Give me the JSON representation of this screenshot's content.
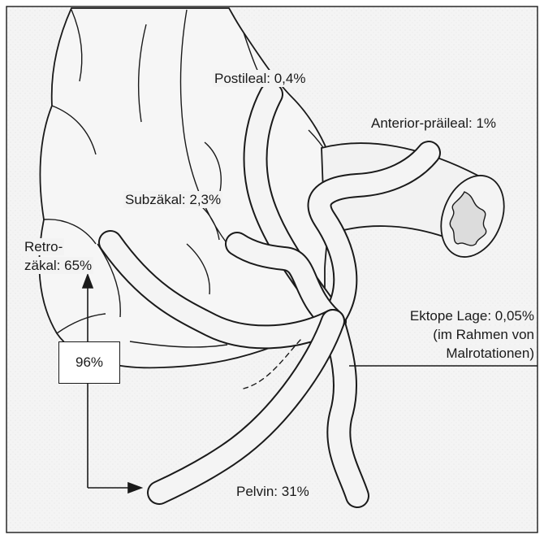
{
  "labels": {
    "postileal": "Postileal: 0,4%",
    "anterior_praeileal": "Anterior-präileal: 1%",
    "subzaekal": "Subzäkal: 2,3%",
    "retro_line1": "Retro-",
    "retro_line2": "zäkal: 65%",
    "ektope_line1": "Ektope Lage: 0,05%",
    "ektope_line2": "(im Rahmen von",
    "ektope_line3": "Malrotationen)",
    "pelvin": "Pelvin: 31%",
    "sum_box": "96%"
  },
  "colors": {
    "background": "#f3f3f3",
    "ink": "#1a1a1a",
    "organ_fill": "#f1f1f1"
  }
}
